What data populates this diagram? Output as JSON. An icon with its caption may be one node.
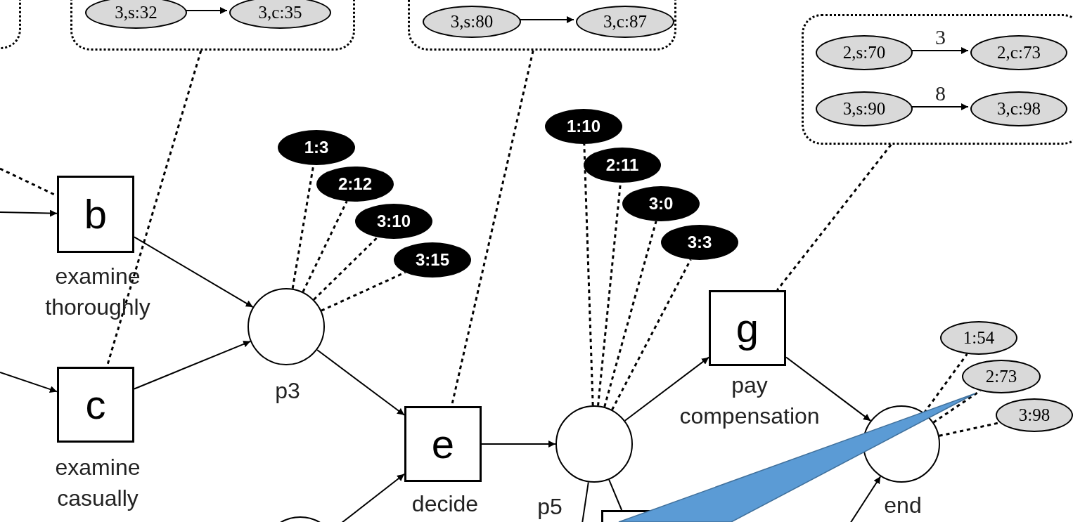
{
  "diagram": {
    "nodes": [
      {
        "text": [],
        "shape": "box"
      },
      {
        "text": [
          "3,s:32"
        ],
        "in": 0
      },
      {
        "text": [
          "3,c:35"
        ],
        "in": 0
      },
      {
        "text": [],
        "shape": "box"
      },
      {
        "text": [
          "3,s:80"
        ],
        "in": 3
      },
      {
        "text": [
          "3,c:87"
        ],
        "in": 3
      },
      {
        "text": [],
        "shape": "box"
      },
      {
        "text": [
          "2,s:70"
        ],
        "in": 6
      },
      {
        "text": [
          "2,c:73"
        ],
        "in": 6
      },
      {
        "text": [
          "3,s:90"
        ],
        "in": 6
      },
      {
        "text": [
          "3,c:98"
        ],
        "in": 6
      },
      {
        "text": [
          "b"
        ],
        "beside": [
          "examine thoroughly"
        ]
      },
      {
        "text": [
          "c"
        ],
        "beside": [
          "examine casually"
        ]
      },
      {
        "text": [],
        "shape": "circle",
        "beside": [
          "p3"
        ]
      },
      {
        "text": [
          "e"
        ],
        "beside": [
          "decide"
        ]
      },
      {
        "text": [],
        "shape": "circle",
        "beside": [
          "p5"
        ]
      },
      {
        "text": [
          "g"
        ],
        "beside": [
          "pay compensation"
        ]
      },
      {
        "text": [],
        "shape": "circle",
        "beside": [
          "end"
        ]
      },
      {
        "text": [
          "1:3"
        ]
      },
      {
        "text": [
          "2:12"
        ]
      },
      {
        "text": [
          "3:10"
        ]
      },
      {
        "text": [
          "3:15"
        ]
      },
      {
        "text": [
          "1:10"
        ]
      },
      {
        "text": [
          "2:11"
        ]
      },
      {
        "text": [
          "3:0"
        ]
      },
      {
        "text": [
          "3:3"
        ]
      },
      {
        "text": [
          "1:54"
        ]
      },
      {
        "text": [
          "2:73"
        ]
      },
      {
        "text": [
          "3:98"
        ]
      },
      {
        "text": [],
        "shape": "circle"
      },
      {
        "text": [],
        "shape": "box"
      },
      {
        "text": [],
        "shape": "box"
      }
    ],
    "edges": [
      {
        "from": 1,
        "to": 2,
        "arrow": "to"
      },
      {
        "from": 4,
        "to": 5,
        "arrow": "to"
      },
      {
        "from": 7,
        "to": 8,
        "arrow": "to",
        "label": "3"
      },
      {
        "from": 9,
        "to": 10,
        "arrow": "to",
        "label": "8"
      },
      {
        "from": null,
        "to": 11,
        "arrow": "to"
      },
      {
        "from": null,
        "to": 12,
        "arrow": "to"
      },
      {
        "from": 11,
        "to": 13,
        "arrow": "to"
      },
      {
        "from": 12,
        "to": 13,
        "arrow": "to"
      },
      {
        "from": 13,
        "to": 14,
        "arrow": "to"
      },
      {
        "from": 29,
        "to": 14,
        "arrow": "to"
      },
      {
        "from": 14,
        "to": 15,
        "arrow": "to"
      },
      {
        "from": 15,
        "to": 16,
        "arrow": "to"
      },
      {
        "from": 16,
        "to": 17,
        "arrow": "to"
      },
      {
        "from": null,
        "to": 17,
        "arrow": "to"
      },
      {
        "from": 15,
        "to": null,
        "arrow": "none"
      },
      {
        "from": 15,
        "to": 30,
        "arrow": "none"
      },
      {
        "from": null,
        "to": 11,
        "arrow": "none",
        "style": "dashed"
      },
      {
        "from": 0,
        "to": 12,
        "arrow": "none",
        "style": "dashed"
      },
      {
        "from": 3,
        "to": 14,
        "arrow": "none",
        "style": "dashed"
      },
      {
        "from": 6,
        "to": 16,
        "arrow": "none",
        "style": "dashed"
      },
      {
        "from": 13,
        "to": 18,
        "arrow": "none",
        "style": "dashed"
      },
      {
        "from": 13,
        "to": 19,
        "arrow": "none",
        "style": "dashed"
      },
      {
        "from": 13,
        "to": 20,
        "arrow": "none",
        "style": "dashed"
      },
      {
        "from": 13,
        "to": 21,
        "arrow": "none",
        "style": "dashed"
      },
      {
        "from": 15,
        "to": 22,
        "arrow": "none",
        "style": "dashed"
      },
      {
        "from": 15,
        "to": 23,
        "arrow": "none",
        "style": "dashed"
      },
      {
        "from": 15,
        "to": 24,
        "arrow": "none",
        "style": "dashed"
      },
      {
        "from": 15,
        "to": 25,
        "arrow": "none",
        "style": "dashed"
      },
      {
        "from": 17,
        "to": 26,
        "arrow": "none",
        "style": "dashed"
      },
      {
        "from": 17,
        "to": 27,
        "arrow": "none",
        "style": "dashed"
      },
      {
        "from": 17,
        "to": 28,
        "arrow": "none",
        "style": "dashed"
      }
    ]
  }
}
